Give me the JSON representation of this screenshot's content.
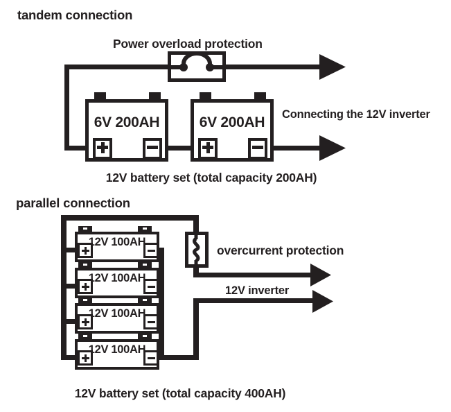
{
  "colors": {
    "ink": "#231f20",
    "background": "#ffffff"
  },
  "tandem": {
    "title": "tandem connection",
    "protection_label": "Power overload protection",
    "inverter_label": "Connecting the 12V inverter",
    "caption": "12V battery set (total capacity 200AH)",
    "batteries": [
      {
        "label": "6V 200AH",
        "positive_terminal": "+",
        "negative_terminal": "−"
      },
      {
        "label": "6V 200AH",
        "positive_terminal": "+",
        "negative_terminal": "−"
      }
    ]
  },
  "parallel": {
    "title": "parallel connection",
    "protection_label": "overcurrent protection",
    "inverter_label": "12V inverter",
    "caption": "12V battery set (total capacity 400AH)",
    "batteries": [
      {
        "label": "12V 100AH",
        "positive_terminal": "+",
        "negative_terminal": "−"
      },
      {
        "label": "12V 100AH",
        "positive_terminal": "+",
        "negative_terminal": "−"
      },
      {
        "label": "12V 100AH",
        "positive_terminal": "+",
        "negative_terminal": "−"
      },
      {
        "label": "12V 100AH",
        "positive_terminal": "+",
        "negative_terminal": "−"
      }
    ]
  },
  "symbols": {
    "tandem_fuse": "circuit-breaker",
    "parallel_fuse": "fuse",
    "arrows": "right-arrow"
  }
}
